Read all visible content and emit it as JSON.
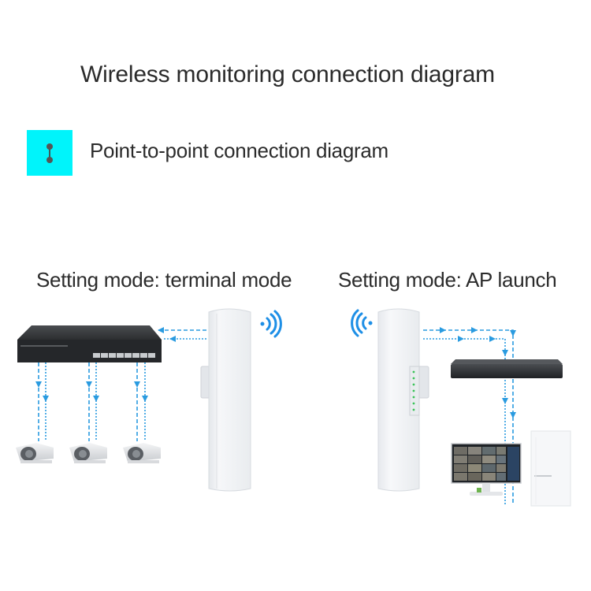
{
  "header": {
    "title": "Wireless monitoring connection diagram"
  },
  "legend": {
    "icon": "point-to-point-icon",
    "label": "Point-to-point connection diagram",
    "color": "#00f4fb"
  },
  "panels": [
    {
      "mode_label": "Setting mode: terminal mode",
      "devices": [
        "ethernet-switch",
        "cpe-bridge-terminal",
        "ip-camera",
        "ip-camera",
        "ip-camera"
      ],
      "signal_icon": "wifi-signal-right-icon"
    },
    {
      "mode_label": "Setting mode: AP launch",
      "devices": [
        "cpe-bridge-ap",
        "nvr-recorder",
        "monitor",
        "desktop-pc"
      ],
      "signal_icon": "wifi-signal-left-icon"
    }
  ],
  "colors": {
    "arrow": "#2a9be0",
    "signal": "#1e8fe6",
    "device_dark": "#2e3134",
    "device_light": "#eef0f3"
  }
}
